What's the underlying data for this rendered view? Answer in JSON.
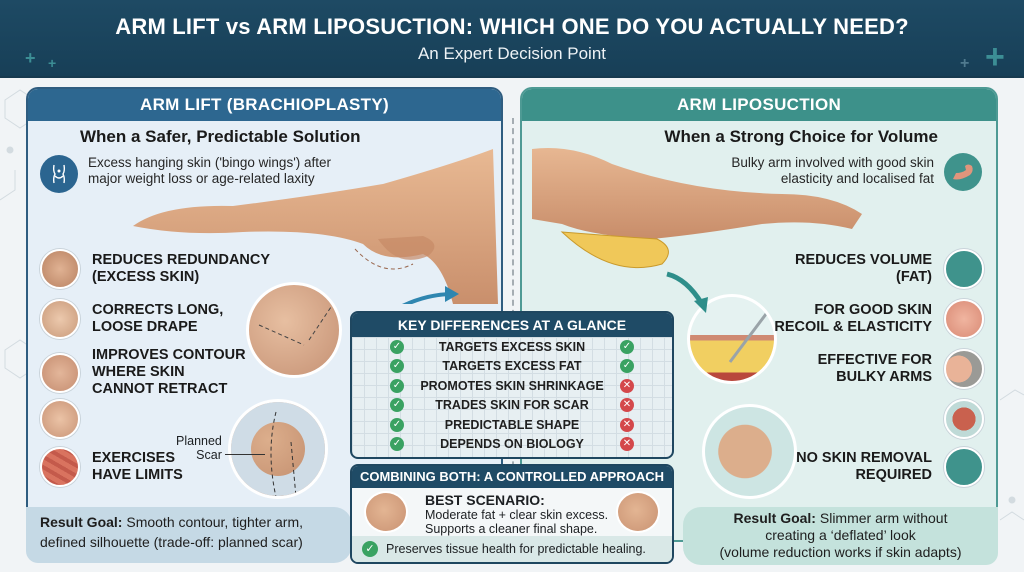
{
  "header": {
    "title": "ARM LIFT vs ARM LIPOSUCTION: WHICH ONE DO YOU ACTUALLY NEED?",
    "subtitle": "An Expert Decision Point"
  },
  "colors": {
    "header_bg": "#1e4a64",
    "arm_lift_accent": "#2d6790",
    "liposuction_accent": "#3d918a",
    "check_green": "#3aa262",
    "cross_red": "#d4484b"
  },
  "arm_lift": {
    "heading": "ARM LIFT (BRACHIOPLASTY)",
    "subheading": "When a Safer, Predictable Solution",
    "intro_icon": "body-contour-icon",
    "intro": [
      "Excess hanging skin ('bingo wings') after",
      "major weight loss or age-related laxity"
    ],
    "features": [
      {
        "icon": "skin-folds-icon",
        "lines": [
          "REDUCES REDUNDANCY",
          "(EXCESS SKIN)"
        ]
      },
      {
        "icon": "loose-drape-icon",
        "lines": [
          "CORRECTS LONG,",
          "LOOSE DRAPE"
        ]
      },
      {
        "icon": "sutured-incision-icon",
        "lines": [
          "IMPROVES CONTOUR",
          "WHERE SKIN",
          "CANNOT RETRACT"
        ]
      },
      {
        "icon": "scar-line-icon",
        "lines": []
      },
      {
        "icon": "muscle-fiber-icon",
        "lines": [
          "EXERCISES",
          "HAVE LIMITS"
        ]
      }
    ],
    "scar_label": [
      "Planned",
      "Scar"
    ],
    "result_goal_label": "Result Goal:",
    "result_goal_text": [
      "Smooth contour, tighter arm,",
      "defined silhouette (trade-off: planned scar)"
    ]
  },
  "liposuction": {
    "heading": "ARM LIPOSUCTION",
    "subheading": "When a Strong Choice for Volume",
    "intro_icon": "flexed-arm-icon",
    "intro": [
      "Bulky arm involved with good skin",
      "elasticity and localised fat"
    ],
    "features": [
      {
        "icon": "fat-reduction-icon",
        "lines": [
          "REDUCES VOLUME",
          "(FAT)"
        ]
      },
      {
        "icon": "elastic-fibers-icon",
        "lines": [
          "FOR GOOD SKIN",
          "RECOIL & ELASTICITY"
        ]
      },
      {
        "icon": "bulky-arm-icon",
        "lines": [
          "EFFECTIVE FOR",
          "BULKY ARMS"
        ]
      },
      {
        "icon": "muscle-anatomy-icon",
        "lines": []
      },
      {
        "icon": "no-skin-removal-icon",
        "lines": [
          "NO SKIN REMOVAL",
          "REQUIRED"
        ]
      }
    ],
    "result_goal_label": "Result Goal:",
    "result_goal_text": [
      "Slimmer arm without",
      "creating a ‘deflated’ look",
      "(volume reduction works if skin adapts)"
    ]
  },
  "key_differences": {
    "title": "KEY DIFFERENCES AT A GLANCE",
    "rows": [
      {
        "label": "TARGETS EXCESS SKIN",
        "arm_lift": "check",
        "liposuction": "check"
      },
      {
        "label": "TARGETS EXCESS FAT",
        "arm_lift": "check",
        "liposuction": "check"
      },
      {
        "label": "PROMOTES SKIN SHRINKAGE",
        "arm_lift": "check",
        "liposuction": "cross"
      },
      {
        "label": "TRADES SKIN FOR SCAR",
        "arm_lift": "check",
        "liposuction": "cross"
      },
      {
        "label": "PREDICTABLE SHAPE",
        "arm_lift": "check",
        "liposuction": "cross"
      },
      {
        "label": "DEPENDS ON BIOLOGY",
        "arm_lift": "check",
        "liposuction": "cross"
      }
    ]
  },
  "combining": {
    "title": "COMBINING BOTH: A CONTROLLED APPROACH",
    "best_label": "BEST SCENARIO:",
    "lines": [
      "Moderate fat + clear skin excess.",
      "Supports a cleaner final shape."
    ],
    "footer": "Preserves tissue health for predictable healing."
  },
  "symbols": {
    "check": "✓",
    "cross": "✕"
  }
}
